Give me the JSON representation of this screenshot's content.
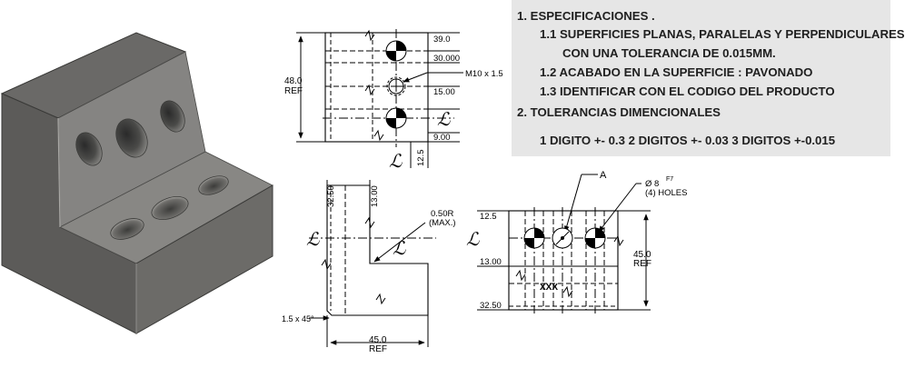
{
  "notes": {
    "items": [
      "1.   ESPECIFICACIONES .",
      "1.1 SUPERFICIES PLANAS, PARALELAS Y PERPENDICULARES",
      "CON UNA TOLERANCIA DE 0.015MM.",
      "1.2 ACABADO EN LA SUPERFICIE : PAVONADO",
      "1.3 IDENTIFICAR CON EL CODIGO DEL PRODUCTO",
      "2.   TOLERANCIAS DIMENCIONALES",
      "1 DIGITO +- 0.3    2 DIGITOS +- 0.03     3 DIGITOS +-0.015"
    ]
  },
  "top_view": {
    "dims": [
      "39.0",
      "30.000",
      "15.00",
      "9.00",
      "12.5"
    ],
    "height_dim": "48.0",
    "height_ref": "REF",
    "thread_label": "M10 x 1.5"
  },
  "front_view": {
    "dims": [
      "32.50",
      "13.00"
    ],
    "radius_label": "0.50R",
    "radius_note": "(MAX.)",
    "chamfer_label": "1.5 x 45°",
    "width_dim": "45.0",
    "width_ref": "REF"
  },
  "side_view": {
    "dims": [
      "12.5",
      "13.00",
      "32.50"
    ],
    "callout_a": "A",
    "hole_label": "Ø 8",
    "hole_fit": "F7",
    "hole_count": "(4) HOLES",
    "product_code": "XXX",
    "height_dim": "45.0",
    "height_ref": "REF"
  },
  "centerline_symbol": "ℒ",
  "colors": {
    "notes_bg": "#e6e6e6",
    "line": "#000000",
    "part_body": "#6e6d6b"
  }
}
